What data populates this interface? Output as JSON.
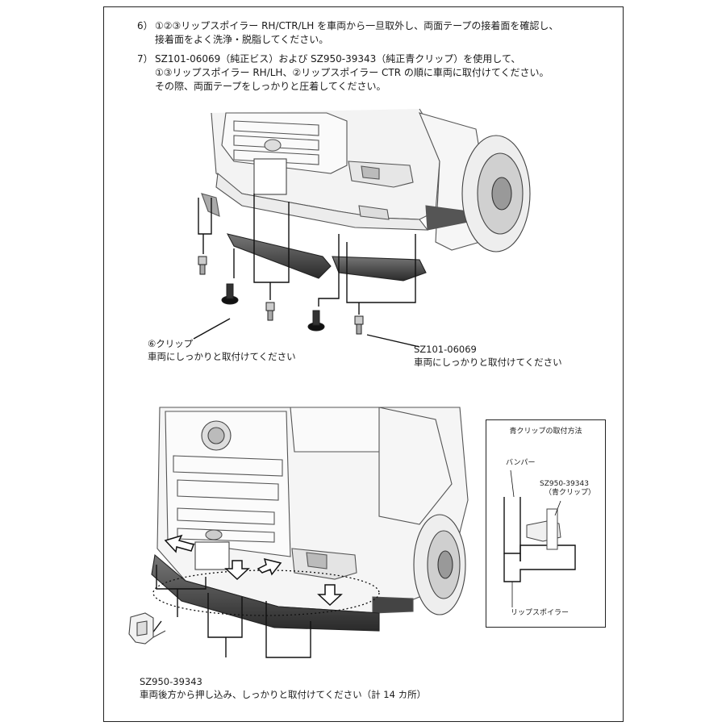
{
  "steps": [
    {
      "number": "6）",
      "line1": "①②③リップスポイラー RH/CTR/LH を車両から一旦取外し、両面テープの接着面を確認し、",
      "line2": "接着面をよく洗浄・脱脂してください。"
    },
    {
      "number": "7）",
      "line1": "SZ101-06069（純正ビス）および SZ950-39343（純正青クリップ）を使用して、",
      "line2": "①③リップスポイラー RH/LH、②リップスポイラー CTR の順に車両に取付けてください。",
      "line3": "その際、両面テープをしっかりと圧着してください。"
    }
  ],
  "callouts": {
    "clip_label": "⑥クリップ",
    "clip_note": "車両にしっかりと取付けてください",
    "screw_part": "SZ101-06069",
    "screw_note": "車両にしっかりと取付けてください",
    "blue_clip_part": "SZ950-39343",
    "blue_clip_note": "車両後方から押し込み、しっかりと取付けてください（計 14 カ所）"
  },
  "inset": {
    "title": "青クリップの取付方法",
    "bumper": "バンパー",
    "part": "SZ950-39343",
    "part_sub": "（青クリップ）",
    "spoiler": "リップスポイラー"
  }
}
